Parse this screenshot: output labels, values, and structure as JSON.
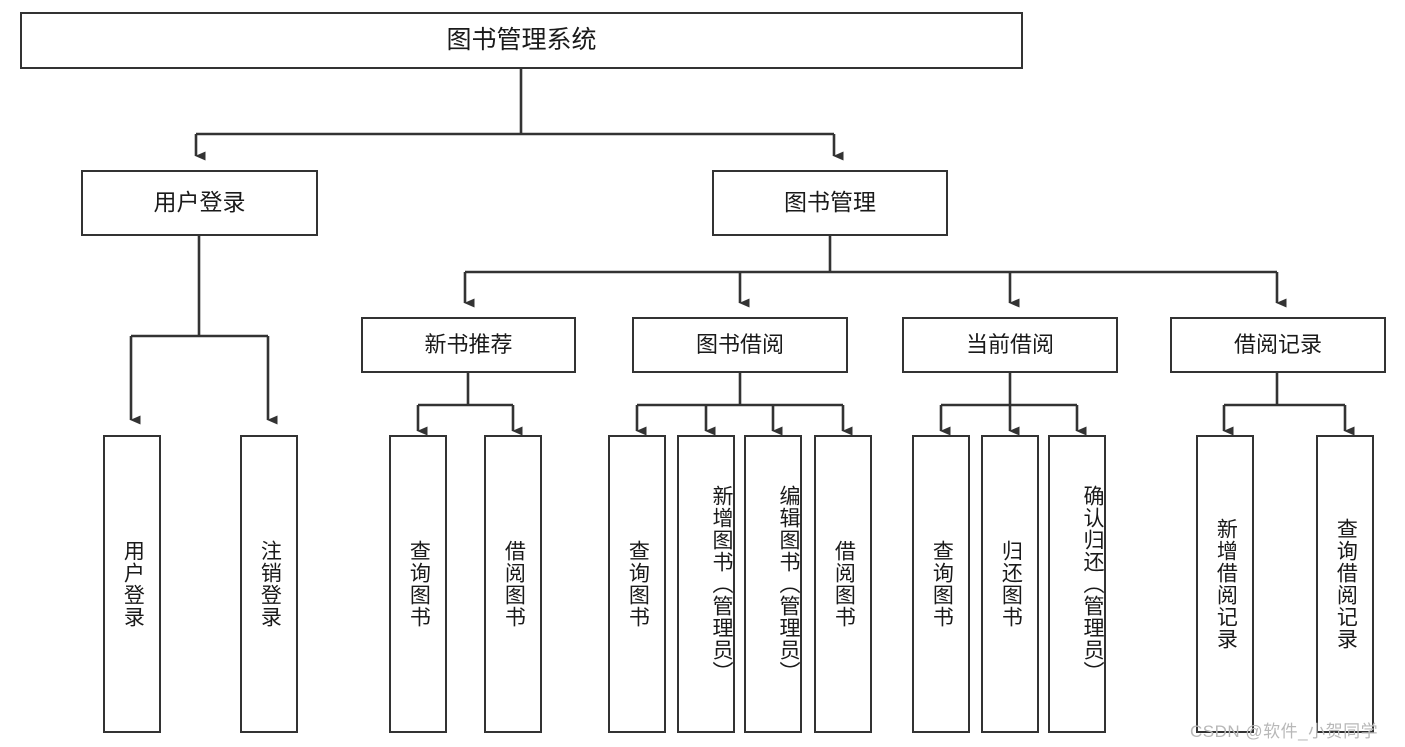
{
  "diagram": {
    "title": "图书管理系统",
    "type": "hierarchy-tree",
    "background_color": "#ffffff",
    "box_border_color": "#333333",
    "text_color": "#1a1a1a"
  },
  "nodes": {
    "root": {
      "label": "图书管理系统"
    },
    "level1": [
      {
        "id": "user-login",
        "label": "用户登录"
      },
      {
        "id": "book-manage",
        "label": "图书管理"
      }
    ],
    "level2": [
      {
        "id": "new-book-recommend",
        "label": "新书推荐"
      },
      {
        "id": "book-borrow",
        "label": "图书借阅"
      },
      {
        "id": "current-borrow",
        "label": "当前借阅"
      },
      {
        "id": "borrow-record",
        "label": "借阅记录"
      }
    ],
    "leaves": {
      "user_login": [
        {
          "id": "leaf-user-login",
          "label": "用户登录"
        },
        {
          "id": "leaf-logout-login",
          "label": "注销登录"
        }
      ],
      "new_book_recommend": [
        {
          "id": "leaf-query-book-1",
          "label": "查询图书"
        },
        {
          "id": "leaf-borrow-book-1",
          "label": "借阅图书"
        }
      ],
      "book_borrow": [
        {
          "id": "leaf-query-book-2",
          "label": "查询图书"
        },
        {
          "id": "leaf-add-book",
          "label": "新增图书（管理员）"
        },
        {
          "id": "leaf-edit-book",
          "label": "编辑图书（管理员）"
        },
        {
          "id": "leaf-borrow-book-2",
          "label": "借阅图书"
        }
      ],
      "current_borrow": [
        {
          "id": "leaf-query-book-3",
          "label": "查询图书"
        },
        {
          "id": "leaf-return-book",
          "label": "归还图书"
        },
        {
          "id": "leaf-confirm-return",
          "label": "确认归还（管理员）"
        }
      ],
      "borrow_record": [
        {
          "id": "leaf-add-record",
          "label": "新增借阅记录"
        },
        {
          "id": "leaf-query-record",
          "label": "查询借阅记录"
        }
      ]
    }
  },
  "watermark": {
    "text": "CSDN @软件_小贺同学"
  }
}
